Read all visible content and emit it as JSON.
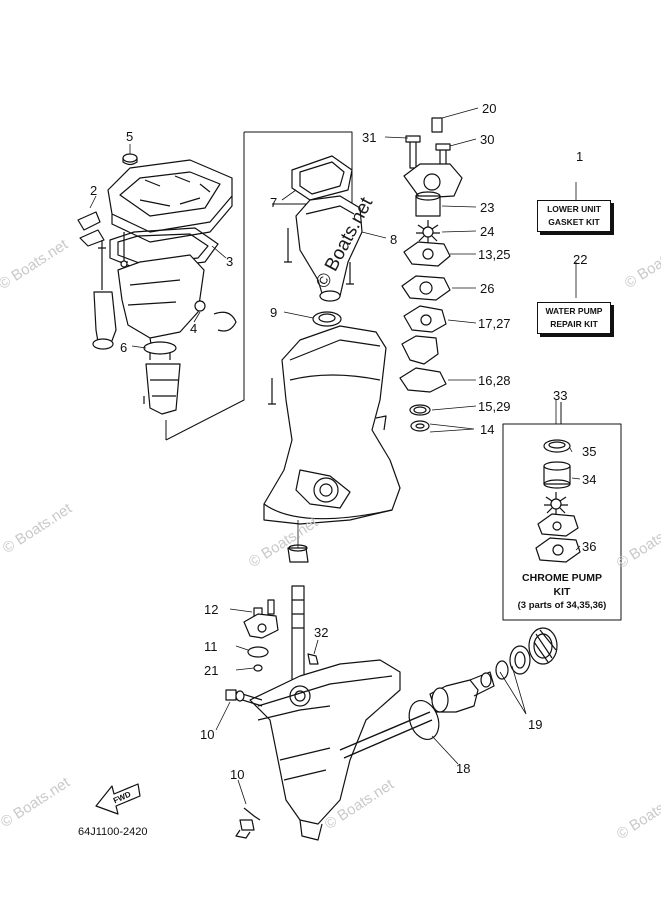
{
  "diagram": {
    "code": "64J1100-2420",
    "fwd": "FWD",
    "watermarks": {
      "center": "© Boats.net",
      "side": "© Boats.net"
    },
    "callouts": {
      "c1": "1",
      "c2": "2",
      "c3": "3",
      "c4": "4",
      "c5": "5",
      "c6": "6",
      "c7": "7",
      "c8": "8",
      "c9": "9",
      "c10a": "10",
      "c10b": "10",
      "c11": "11",
      "c12": "12",
      "c13_25": "13,25",
      "c14": "14",
      "c15_29": "15,29",
      "c16_28": "16,28",
      "c17_27": "17,27",
      "c18": "18",
      "c19": "19",
      "c20": "20",
      "c21": "21",
      "c22": "22",
      "c23": "23",
      "c24": "24",
      "c26": "26",
      "c30": "30",
      "c31": "31",
      "c32": "32",
      "c33": "33",
      "c34": "34",
      "c35": "35",
      "c36": "36"
    },
    "kits": {
      "lower_unit_line1": "LOWER UNIT",
      "lower_unit_line2": "GASKET KIT",
      "water_pump_line1": "WATER PUMP",
      "water_pump_line2": "REPAIR KIT",
      "chrome_line1": "CHROME PUMP",
      "chrome_line2": "KIT",
      "chrome_line3": "(3 parts of 34,35,36)"
    }
  }
}
